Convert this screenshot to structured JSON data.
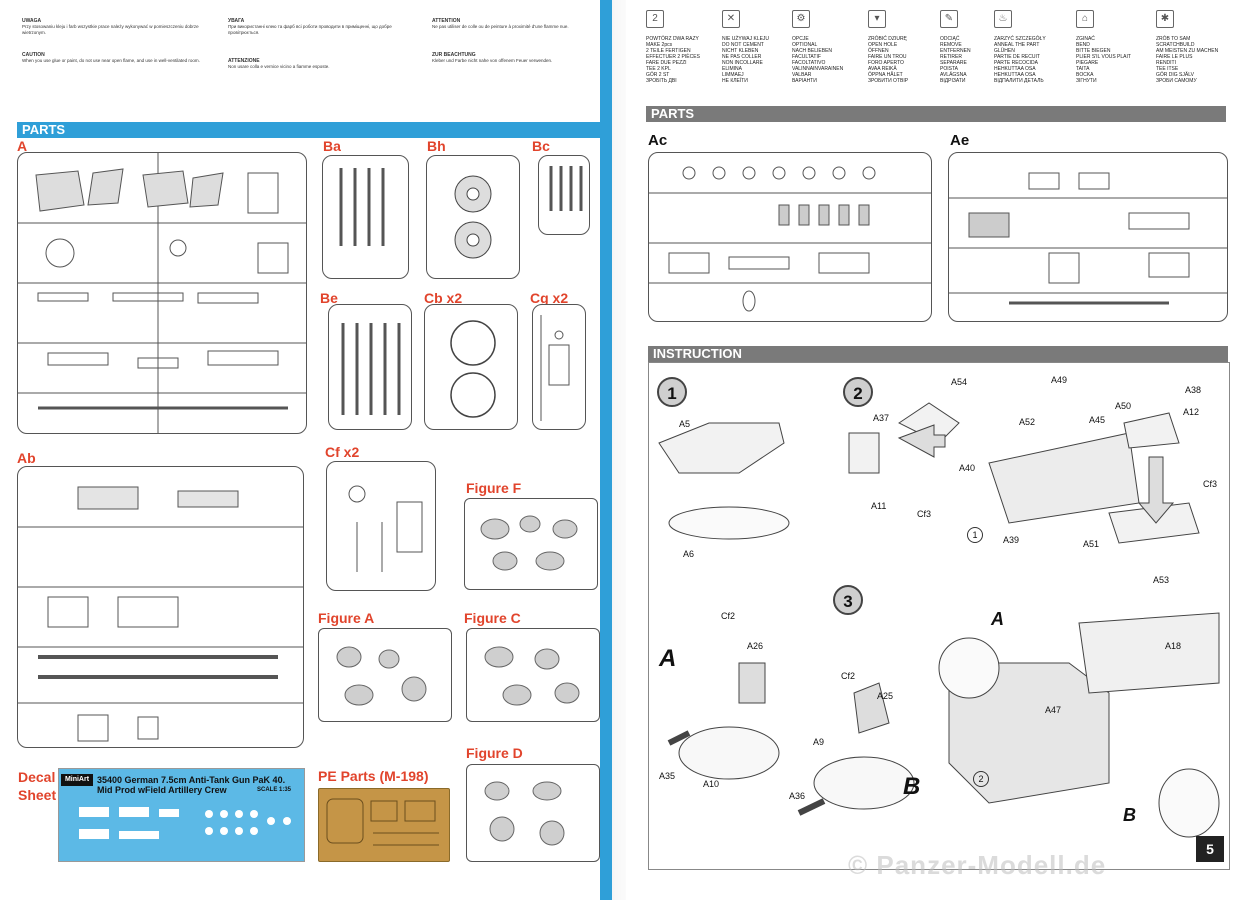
{
  "warnings": {
    "polish": {
      "heading": "UWAGA",
      "text": "Przy stosowaniu kleju i farb wszystkie prace należy wykonywać w pomieszczeniu dobrze wietrzonym."
    },
    "ukrainian": {
      "heading": "УВАГА",
      "text": "При використанні клею та фарб всі роботи проводити в приміщенні, що добре провітрюється."
    },
    "french": {
      "heading": "ATTENTION",
      "text": "Ne pas utiliser de colle ou de peinture à proximité d'une flamme nue."
    },
    "caution": {
      "heading": "CAUTION",
      "text": "When you use glue or paint, do not use near open flame, and use in well-ventilated room."
    },
    "italian": {
      "heading": "ATTENZIONE",
      "text": "Non usare colla e vernice vicino a fiamme esposte."
    },
    "german": {
      "heading": "ZUR BEACHTUNG",
      "text": "Kleber und Farbe nicht nahe von offenem Feuer verwenden."
    }
  },
  "left_page": {
    "parts_header": "PARTS",
    "sprues": {
      "A": "A",
      "Ab": "Ab",
      "Ba": "Ba",
      "Bh": "Bh",
      "Bc": "Bc",
      "Be": "Be",
      "Cb": "Cb x2",
      "Cg": "Cg x2",
      "Cf": "Cf x2",
      "FigF": "Figure F",
      "FigA": "Figure A",
      "FigC": "Figure C",
      "FigD": "Figure D"
    },
    "decal": {
      "label_line1": "Decal",
      "label_line2": "Sheet",
      "logo": "MiniArt",
      "title_line1": "35400 German 7.5cm Anti-Tank Gun PaK 40.",
      "title_line2": "Mid Prod wField Artillery Crew",
      "scale": "SCALE 1:35"
    },
    "pe": {
      "label": "PE Parts (M-198)"
    }
  },
  "right_page": {
    "legend": [
      {
        "icon": "2",
        "lines": [
          "POWTÓRZ DWA RAZY",
          "MAKE 2pcs",
          "2 TEILE FERTIGEN",
          "EFFECTUER 2 PIÈCES",
          "FARE DUE PEZZI",
          "TEE 2 KPL",
          "GÖR 2 ST",
          "ЗРОБІТЬ ДВІ"
        ]
      },
      {
        "icon": "✕",
        "lines": [
          "NIE UŻYWAJ KLEJU",
          "DO NOT CEMENT",
          "NICHT KLEBEN",
          "NE PAS COLLER",
          "NON INCOLLARE",
          "ELIMINA",
          "LIMMAEJ",
          "НЕ КЛЕЇТИ"
        ]
      },
      {
        "icon": "⚙",
        "lines": [
          "OPCJE",
          "OPTIONAL",
          "NACH BELIEBEN",
          "FACULTATIF",
          "FACOLTATIVO",
          "VALINNAINVARAINEN",
          "VALBAR",
          "ВАРІАНТИ"
        ]
      },
      {
        "icon": "▾",
        "lines": [
          "ZRÓBIĆ DZIURĘ",
          "OPEN HOLE",
          "ÖFFNEN",
          "FAIRE UN TROU",
          "FORO APERTO",
          "AVAA REIKÄ",
          "ÖPPNA HÅLET",
          "ЗРОБИТИ ОТВІР"
        ]
      },
      {
        "icon": "✎",
        "lines": [
          "ODCIĄĆ",
          "REMOVE",
          "ENTFERNEN",
          "RETIRER",
          "SEPARARE",
          "POISTA",
          "AVLÄGSNA",
          "ВІДРІЗАТИ"
        ]
      },
      {
        "icon": "♨",
        "lines": [
          "ZARZYĆ SZCZEGÓŁY",
          "ANNEAL THE PART",
          "GLÜHEN",
          "PARTIE DE RECUIT",
          "PARTE RECOCIDA",
          "HEHKUTTAA OSA",
          "HEHKUTTAA OSA",
          "ВІДПАЛИТИ ДЕТАЛЬ"
        ]
      },
      {
        "icon": "⌂",
        "lines": [
          "ZGINAĆ",
          "BEND",
          "BITTE BIEGEN",
          "PLIER S'IL VOUS PLAIT",
          "PIEGARE",
          "TAITA",
          "BOCKA",
          "ЗІГНУТИ"
        ]
      },
      {
        "icon": "✱",
        "lines": [
          "ZRÓB TO SAM",
          "SCRATCHBUILD",
          "AM MEISTEN ZU MACHEN",
          "FAIRE LE PLUS",
          "RENDITI",
          "TEE ITSE",
          "GÖR DIG SJÄLV",
          "ЗРОБИ САМОМУ"
        ]
      }
    ],
    "parts_header": "PARTS",
    "sprue_Ac": "Ac",
    "sprue_Ae": "Ae",
    "instruction_header": "INSTRUCTION",
    "steps": [
      "1",
      "2",
      "3"
    ],
    "step1_parts": [
      "A5",
      "A6"
    ],
    "step2_parts": [
      "A54",
      "A49",
      "A38",
      "A37",
      "A52",
      "A45",
      "A50",
      "A12",
      "A40",
      "A11",
      "Cf3",
      "Cf3",
      "A39",
      "A51",
      "A53",
      "1"
    ],
    "step3_parts": [
      "Cf2",
      "A26",
      "A35",
      "A10",
      "Cf2",
      "A25",
      "A9",
      "A36",
      "A18",
      "A47",
      "2"
    ],
    "sub_letters": {
      "A1": "A",
      "B1": "B",
      "A2": "A",
      "B2": "B"
    },
    "page_number": "5",
    "watermark": "© Panzer-Modell.de"
  }
}
